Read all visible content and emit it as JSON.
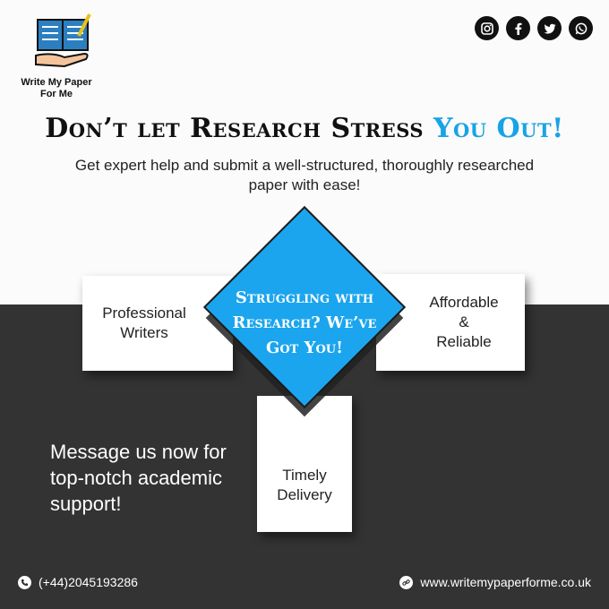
{
  "brand": {
    "logo_line1": "Write My Paper",
    "logo_line2": "For Me"
  },
  "social_icons": [
    "instagram-icon",
    "facebook-icon",
    "twitter-icon",
    "whatsapp-icon"
  ],
  "headline": {
    "main": "Don’t let Research Stress ",
    "accent": "You Out!"
  },
  "subheadline": "Get expert help and submit a well-structured, thoroughly researched paper with ease!",
  "center_diamond": {
    "line1": "Struggling with",
    "line2": "Research? We’ve",
    "line3": "Got You!"
  },
  "cards": {
    "left": {
      "line1": "Professional",
      "line2": "Writers"
    },
    "right": {
      "line1": "Affordable",
      "line2": "&",
      "line3": "Reliable"
    },
    "bottom": {
      "line1": "Timely",
      "line2": "Delivery"
    }
  },
  "message": "Message us now for top-notch academic support!",
  "footer": {
    "phone": "(+44)2045193286",
    "website": "www.writemypaperforme.co.uk"
  },
  "colors": {
    "accent": "#18a3e6",
    "dark_band": "#333333",
    "diamond": "#1ba5ee"
  }
}
